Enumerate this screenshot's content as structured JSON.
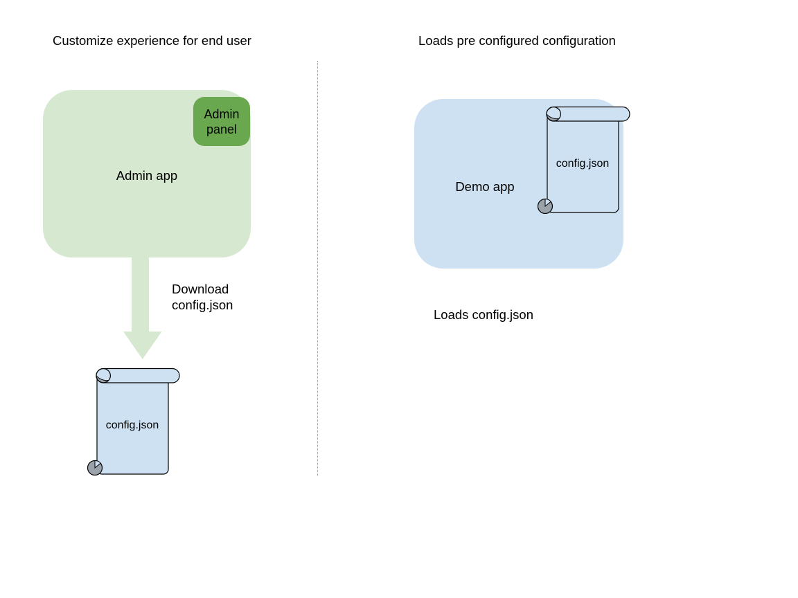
{
  "left_section": {
    "title": "Customize experience for end user",
    "admin_app_label": "Admin app",
    "admin_panel_label": "Admin panel",
    "arrow_caption": "Download config.json",
    "config_file_label": "config.json"
  },
  "right_section": {
    "title": "Loads pre configured configuration",
    "demo_app_label": "Demo app",
    "config_file_label": "config.json",
    "caption": "Loads config.json"
  },
  "colors": {
    "app_green": "#d7e8d1",
    "panel_green": "#6aa84f",
    "app_blue": "#cee1f2",
    "scroll_fill": "#cee1f2",
    "scroll_curl_gray": "#9aa2aa",
    "outline": "#000000",
    "divider_gray": "#999999"
  }
}
